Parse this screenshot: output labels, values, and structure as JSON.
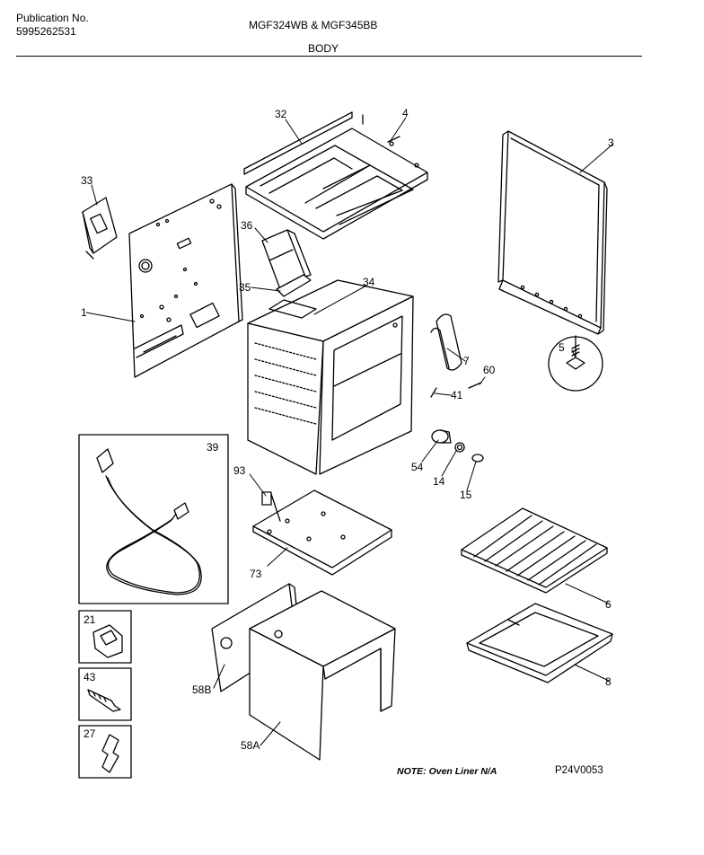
{
  "header": {
    "publication_label": "Publication No.",
    "publication_number": "5995262531",
    "models": "MGF324WB & MGF345BB",
    "section": "BODY"
  },
  "parts": {
    "p1": "1",
    "p3": "3",
    "p4": "4",
    "p5": "5",
    "p6": "6",
    "p7": "7",
    "p8": "8",
    "p14": "14",
    "p15": "15",
    "p21": "21",
    "p27": "27",
    "p32": "32",
    "p33": "33",
    "p34": "34",
    "p35": "35",
    "p36": "36",
    "p39": "39",
    "p41": "41",
    "p43": "43",
    "p54": "54",
    "p58a": "58A",
    "p58b": "58B",
    "p60": "60",
    "p73": "73",
    "p93": "93"
  },
  "footer": {
    "note": "NOTE: Oven Liner N/A",
    "drawing_code": "P24V0053"
  }
}
